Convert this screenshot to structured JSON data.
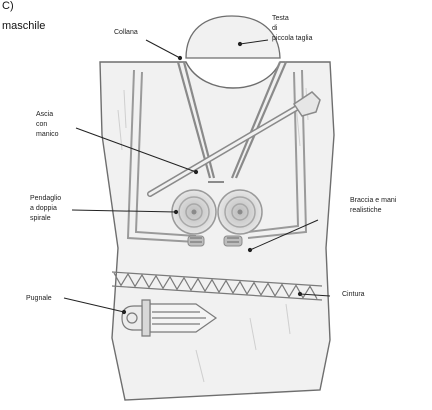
{
  "header": {
    "corner_mark": "C)",
    "title_fragment": "maschile"
  },
  "labels": {
    "collana": "Collana",
    "testa": "Testa\ndi\npiccola taglia",
    "ascia": "Ascia\ncon\nmanico",
    "pendaglio": "Pendaglio\na doppia\nspirale",
    "braccia": "Braccia e mani\nrealistiche",
    "pugnale": "Pugnale",
    "cintura": "Cintura"
  },
  "colors": {
    "stone_fill": "#f1f1f1",
    "outline": "#6e6e6e",
    "engraving": "#9a9a9a",
    "leader": "#222222"
  }
}
